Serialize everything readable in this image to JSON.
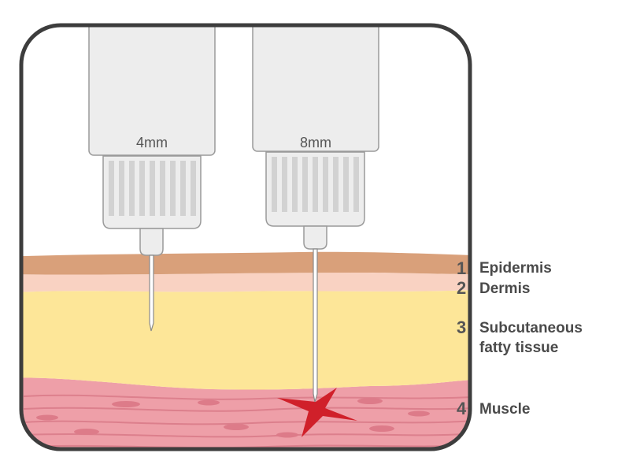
{
  "pens": [
    {
      "label": "4mm"
    },
    {
      "label": "8mm"
    }
  ],
  "layers": [
    {
      "number": "1",
      "name": "Epidermis",
      "color": "#d9a07a"
    },
    {
      "number": "2",
      "name": "Dermis",
      "color": "#f9d2c2"
    },
    {
      "number": "3",
      "name": "Subcutaneous",
      "name2": "fatty tissue",
      "color": "#fde698"
    },
    {
      "number": "4",
      "name": "Muscle",
      "color": "#ee9fa8"
    }
  ],
  "colors": {
    "frame": "#3d3d3d",
    "pen_body": "#ededed",
    "pen_outline": "#9a9a9a",
    "injection_mark": "#d0202a"
  }
}
